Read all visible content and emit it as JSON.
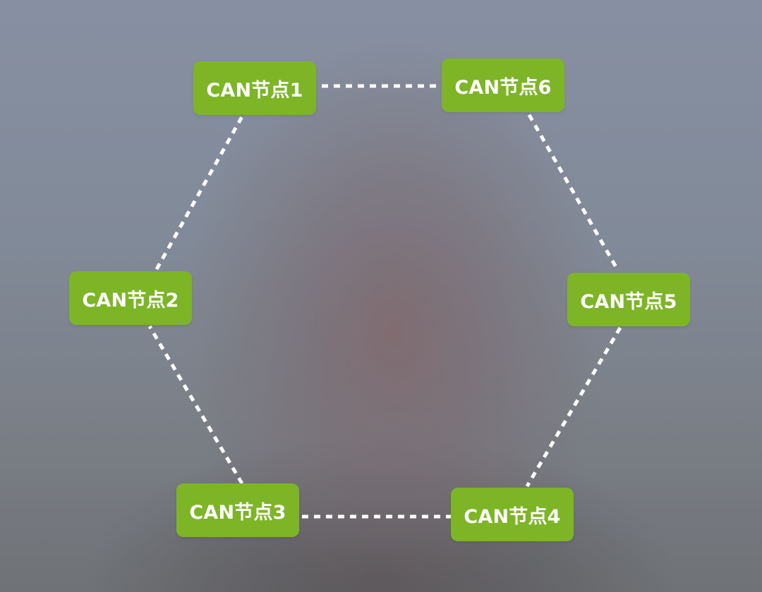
{
  "nodes": [
    {
      "id": "n1",
      "label": "CAN节点1"
    },
    {
      "id": "n2",
      "label": "CAN节点2"
    },
    {
      "id": "n3",
      "label": "CAN节点3"
    },
    {
      "id": "n4",
      "label": "CAN节点4"
    },
    {
      "id": "n5",
      "label": "CAN节点5"
    },
    {
      "id": "n6",
      "label": "CAN节点6"
    }
  ],
  "edges": [
    {
      "from": "n1",
      "to": "n6",
      "style": "dashed"
    },
    {
      "from": "n6",
      "to": "n5",
      "style": "dashed"
    },
    {
      "from": "n5",
      "to": "n4",
      "style": "dashed"
    },
    {
      "from": "n4",
      "to": "n3",
      "style": "dashed"
    },
    {
      "from": "n3",
      "to": "n2",
      "style": "dashed"
    },
    {
      "from": "n2",
      "to": "n1",
      "style": "dashed"
    }
  ],
  "colors": {
    "node_fill": "#7db526",
    "node_text": "#ffffff",
    "edge": "#ffffff"
  }
}
